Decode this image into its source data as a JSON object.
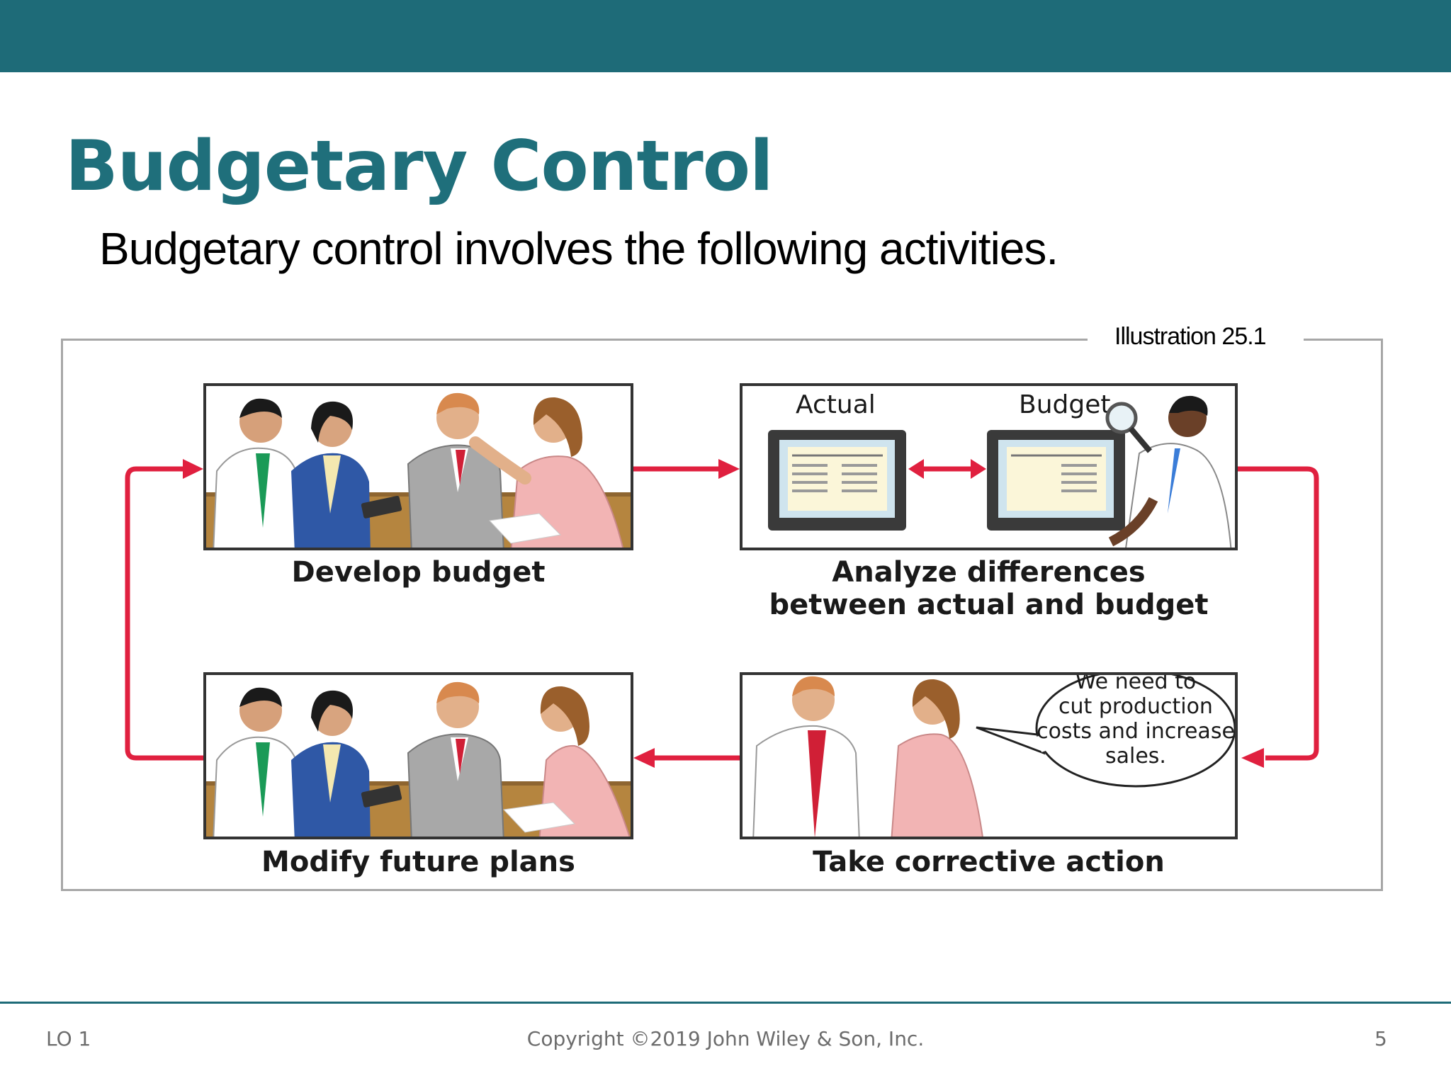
{
  "slide": {
    "title": "Budgetary Control",
    "subtitle": "Budgetary control involves the following activities.",
    "illustration_label": "Illustration 25.1"
  },
  "diagram": {
    "steps": {
      "develop": "Develop budget",
      "analyze_line1": "Analyze differences",
      "analyze_line2": "between actual and budget",
      "corrective": "Take corrective action",
      "modify": "Modify future plans"
    },
    "screens": {
      "actual": "Actual",
      "budget": "Budget"
    },
    "speech_bubble": [
      "We need to",
      "cut production",
      "costs and increase",
      "sales."
    ],
    "colors": {
      "arrow": "#e0203f",
      "accent": "#1e6b78",
      "table": "#b5853f"
    }
  },
  "footer": {
    "left": "LO 1",
    "center": "Copyright ©2019 John Wiley & Son, Inc.",
    "right": "5"
  }
}
